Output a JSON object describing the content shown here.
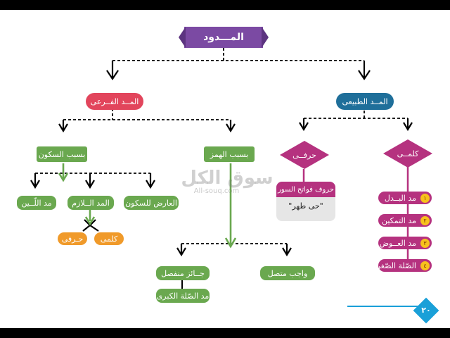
{
  "title": "المـــدود",
  "natural": {
    "label": "المــد الطبيعى",
    "kalmi": "كلمــى",
    "harfi": "حرفــى",
    "kalmi_items": [
      {
        "num": "١",
        "label": "مد البــدل"
      },
      {
        "num": "٢",
        "label": "مد التمكين"
      },
      {
        "num": "٣",
        "label": "مد العــوض"
      },
      {
        "num": "٤",
        "label": "الصّلة الصّغرى"
      }
    ],
    "harfi_box_title": "حروف فواتح السور",
    "harfi_box_text": "\"حى طهر\""
  },
  "derived": {
    "label": "المــد الفــرعى",
    "by_hamz": "بسبب الهمز",
    "by_sukoon": "بسبب السكون",
    "hamz_items": {
      "wajib": "واجب متصل",
      "jaiz": "جــائز منفصل",
      "sila_kubra": "مد الصّلة الكبرى"
    },
    "sukoon_items": {
      "lin": "مد اللّــين",
      "lazim": "المد الــلازم",
      "aarid": "العارض للسكون"
    },
    "lazim_types": {
      "kalmi": "كلمى",
      "harfi": "حـرفى"
    }
  },
  "watermark": {
    "main": "سوق الكل",
    "sub": "All-souq.com"
  },
  "page_number": "٢٠",
  "colors": {
    "title_bg": "#7b4aa3",
    "derived": "#e2455c",
    "natural": "#1f6f9a",
    "green": "#6aa84f",
    "orange": "#f09a2a",
    "magenta": "#b5327f",
    "accent": "#1aa0d8"
  }
}
